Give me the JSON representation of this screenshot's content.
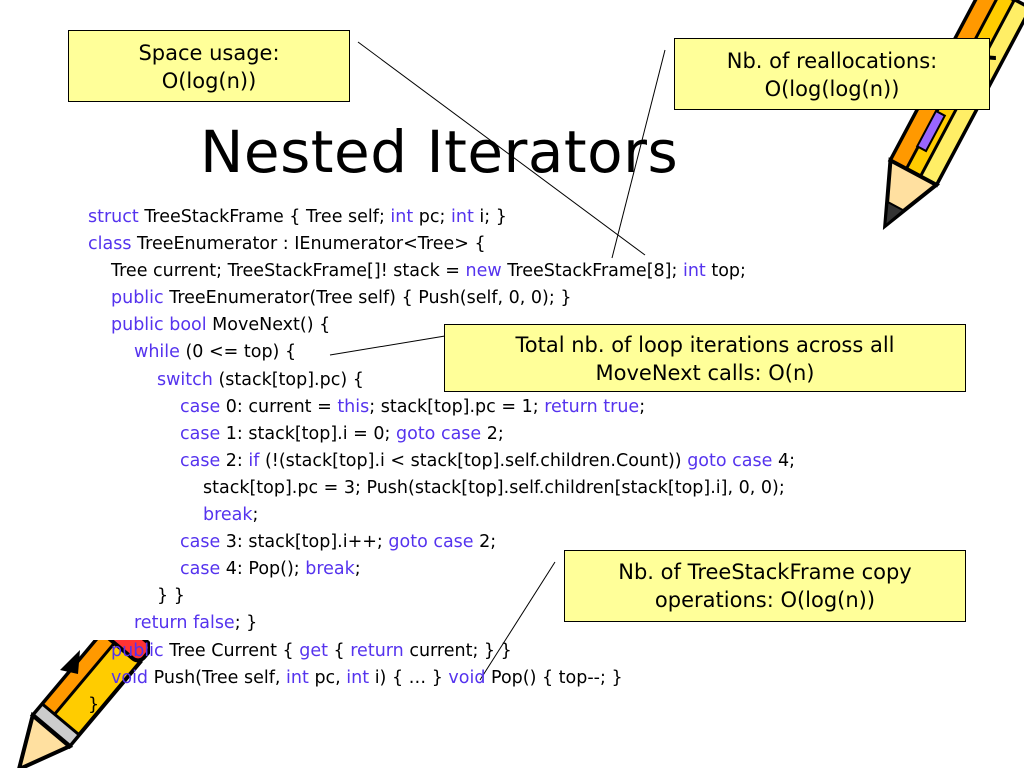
{
  "title": "Nested Iterators",
  "callouts": {
    "space": [
      "Space usage:",
      "O(log(n))"
    ],
    "realloc": [
      "Nb. of reallocations:",
      "O(log(log(n))"
    ],
    "loop": [
      "Total nb. of loop iterations across all",
      "MoveNext calls: O(n)"
    ],
    "copy": [
      "Nb. of TreeStackFrame copy",
      "operations: O(log(n))"
    ]
  },
  "code": [
    {
      "indent": 0,
      "segs": [
        {
          "t": "struct",
          "k": 1
        },
        {
          "t": " TreeStackFrame { Tree self; "
        },
        {
          "t": "int",
          "k": 1
        },
        {
          "t": " pc; "
        },
        {
          "t": "int",
          "k": 1
        },
        {
          "t": " i; }"
        }
      ]
    },
    {
      "indent": 0,
      "segs": [
        {
          "t": "class",
          "k": 1
        },
        {
          "t": " TreeEnumerator : IEnumerator<Tree> {"
        }
      ]
    },
    {
      "indent": 1,
      "segs": [
        {
          "t": "Tree current; TreeStackFrame[]! stack = "
        },
        {
          "t": "new",
          "k": 1
        },
        {
          "t": " TreeStackFrame[8]; "
        },
        {
          "t": "int",
          "k": 1
        },
        {
          "t": " top;"
        }
      ]
    },
    {
      "indent": 1,
      "segs": [
        {
          "t": "public",
          "k": 1
        },
        {
          "t": " TreeEnumerator(Tree self) { Push(self, 0, 0); }"
        }
      ]
    },
    {
      "indent": 1,
      "segs": [
        {
          "t": "public bool",
          "k": 1
        },
        {
          "t": " MoveNext() {"
        }
      ]
    },
    {
      "indent": 2,
      "segs": [
        {
          "t": "while",
          "k": 1
        },
        {
          "t": " (0 <= top) {"
        }
      ]
    },
    {
      "indent": 3,
      "segs": [
        {
          "t": "switch",
          "k": 1
        },
        {
          "t": " (stack[top].pc) {"
        }
      ]
    },
    {
      "indent": 4,
      "segs": [
        {
          "t": "case",
          "k": 1
        },
        {
          "t": " 0: current = "
        },
        {
          "t": "this",
          "k": 1
        },
        {
          "t": "; stack[top].pc = 1; "
        },
        {
          "t": "return true",
          "k": 1
        },
        {
          "t": ";"
        }
      ]
    },
    {
      "indent": 4,
      "segs": [
        {
          "t": "case",
          "k": 1
        },
        {
          "t": " 1: stack[top].i = 0; "
        },
        {
          "t": "goto case",
          "k": 1
        },
        {
          "t": " 2;"
        }
      ]
    },
    {
      "indent": 4,
      "segs": [
        {
          "t": "case",
          "k": 1
        },
        {
          "t": " 2: "
        },
        {
          "t": "if",
          "k": 1
        },
        {
          "t": " (!(stack[top].i < stack[top].self.children.Count)) "
        },
        {
          "t": "goto case",
          "k": 1
        },
        {
          "t": " 4;"
        }
      ]
    },
    {
      "indent": 5,
      "segs": [
        {
          "t": "stack[top].pc = 3; Push(stack[top].self.children[stack[top].i], 0, 0);"
        }
      ]
    },
    {
      "indent": 5,
      "segs": [
        {
          "t": "break",
          "k": 1
        },
        {
          "t": ";"
        }
      ]
    },
    {
      "indent": 4,
      "segs": [
        {
          "t": "case",
          "k": 1
        },
        {
          "t": " 3: stack[top].i++; "
        },
        {
          "t": "goto case",
          "k": 1
        },
        {
          "t": " 2;"
        }
      ]
    },
    {
      "indent": 4,
      "segs": [
        {
          "t": "case",
          "k": 1
        },
        {
          "t": " 4: Pop(); "
        },
        {
          "t": "break",
          "k": 1
        },
        {
          "t": ";"
        }
      ]
    },
    {
      "indent": 3,
      "segs": [
        {
          "t": "} }"
        }
      ]
    },
    {
      "indent": 2,
      "segs": [
        {
          "t": "return false",
          "k": 1
        },
        {
          "t": "; }"
        }
      ]
    },
    {
      "indent": 1,
      "segs": [
        {
          "t": "public",
          "k": 1
        },
        {
          "t": " Tree Current { "
        },
        {
          "t": "get",
          "k": 1
        },
        {
          "t": " { "
        },
        {
          "t": "return",
          "k": 1
        },
        {
          "t": " current; } }"
        }
      ]
    },
    {
      "indent": 1,
      "segs": [
        {
          "t": "void",
          "k": 1
        },
        {
          "t": " Push(Tree self, "
        },
        {
          "t": "int",
          "k": 1
        },
        {
          "t": " pc, "
        },
        {
          "t": "int",
          "k": 1
        },
        {
          "t": " i) { … } "
        },
        {
          "t": "void",
          "k": 1
        },
        {
          "t": " Pop() { top--; }"
        }
      ]
    },
    {
      "indent": 0,
      "segs": [
        {
          "t": "}"
        }
      ]
    }
  ],
  "colors": {
    "keyword": "#5533ee",
    "callout_fill": "#ffff99",
    "pencil_body": "#ffcc00",
    "pencil_tip": "#ff3333"
  },
  "icons": [
    "pencil-icon-top-right",
    "pencil-icon-bottom-left"
  ]
}
